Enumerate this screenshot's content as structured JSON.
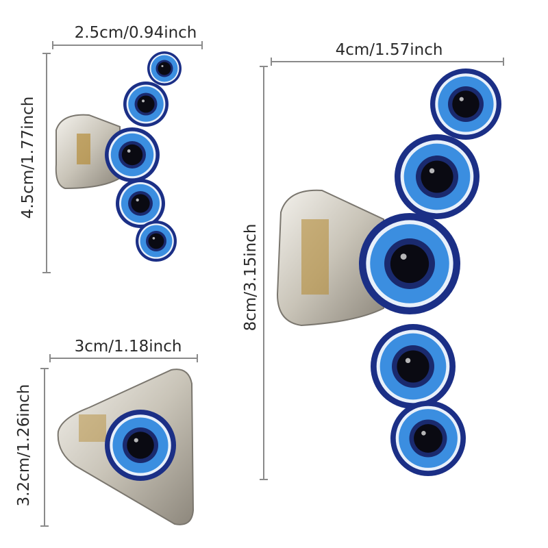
{
  "dimensions": {
    "small_width": "2.5cm/0.94inch",
    "small_height": "4.5cm/1.77inch",
    "large_width": "4cm/1.57inch",
    "large_height": "8cm/3.15inch",
    "triangle_width": "3cm/1.18inch",
    "triangle_height": "3.2cm/1.26inch"
  },
  "colors": {
    "eye_outer": "#1b2f86",
    "eye_iris": "#3b8ee0",
    "eye_ring_white": "#e8f0fa",
    "pupil": "#0a0a12",
    "clip_body": "#d9d6cf",
    "dimension_line": "#8a8a8a"
  }
}
